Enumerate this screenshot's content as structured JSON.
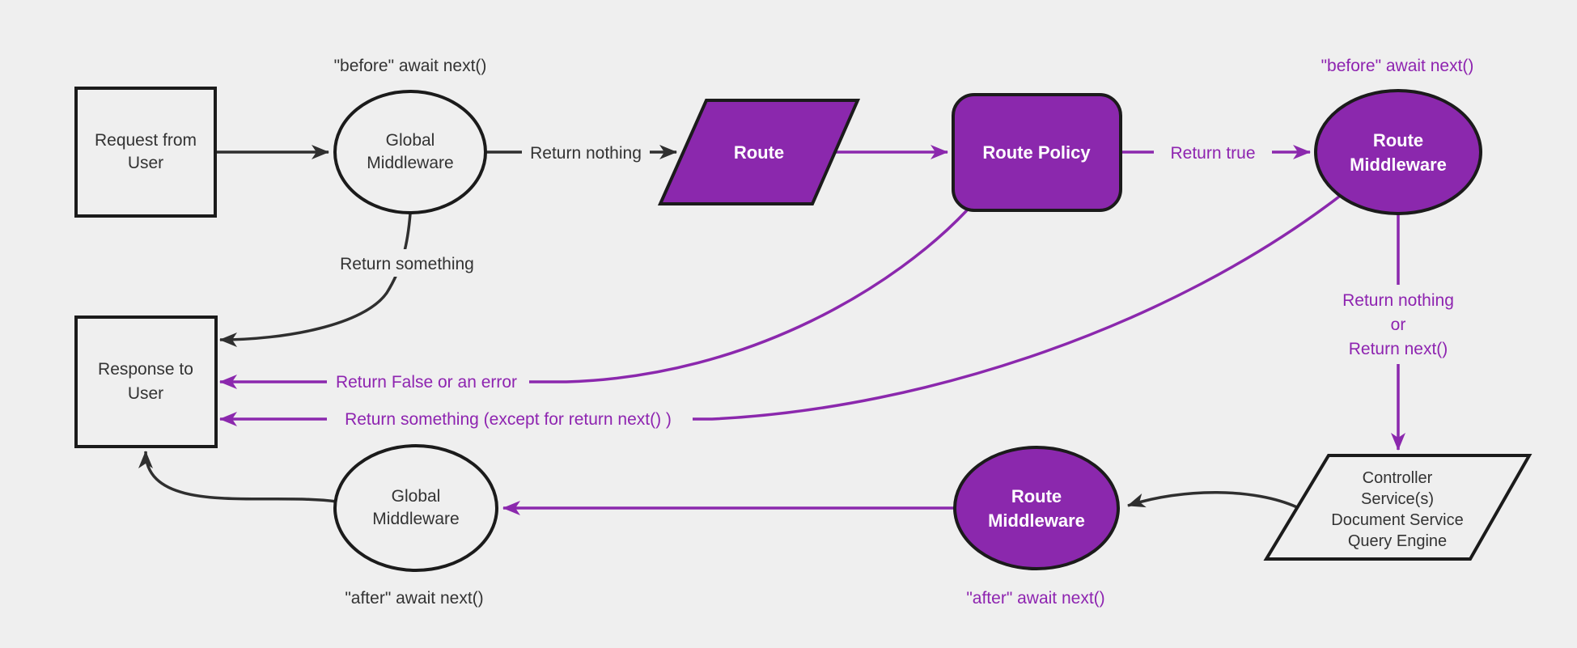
{
  "colors": {
    "background": "#efefef",
    "purple_fill": "#8b28ad",
    "purple_text": "#8e24b0",
    "line_black": "#2f2f2f",
    "node_border": "#1b1b1b",
    "text_dark": "#333333",
    "text_white": "#ffffff"
  },
  "nodes": {
    "request": {
      "line1": "Request from",
      "line2": "User"
    },
    "global_middleware_top": {
      "line1": "Global",
      "line2": "Middleware",
      "caption": "\"before\" await next()"
    },
    "route": {
      "label": "Route"
    },
    "route_policy": {
      "label": "Route Policy"
    },
    "route_middleware_top": {
      "line1": "Route",
      "line2": "Middleware",
      "caption": "\"before\" await next()"
    },
    "services": {
      "line1": "Controller",
      "line2": "Service(s)",
      "line3": "Document Service",
      "line4": "Query Engine"
    },
    "route_middleware_bottom": {
      "line1": "Route",
      "line2": "Middleware",
      "caption": "\"after\" await next()"
    },
    "global_middleware_bottom": {
      "line1": "Global",
      "line2": "Middleware",
      "caption": "\"after\" await next()"
    },
    "response": {
      "line1": "Response to",
      "line2": "User"
    }
  },
  "edges": {
    "return_nothing": {
      "label": "Return nothing"
    },
    "return_true": {
      "label": "Return true"
    },
    "return_nothing_or_next": {
      "line1": "Return nothing",
      "line2": "or",
      "line3": "Return next()"
    },
    "return_something": {
      "label": "Return something"
    },
    "return_false_or_error": {
      "label": "Return False or an error"
    },
    "return_something_except": {
      "label": "Return something (except for return next() )"
    }
  }
}
